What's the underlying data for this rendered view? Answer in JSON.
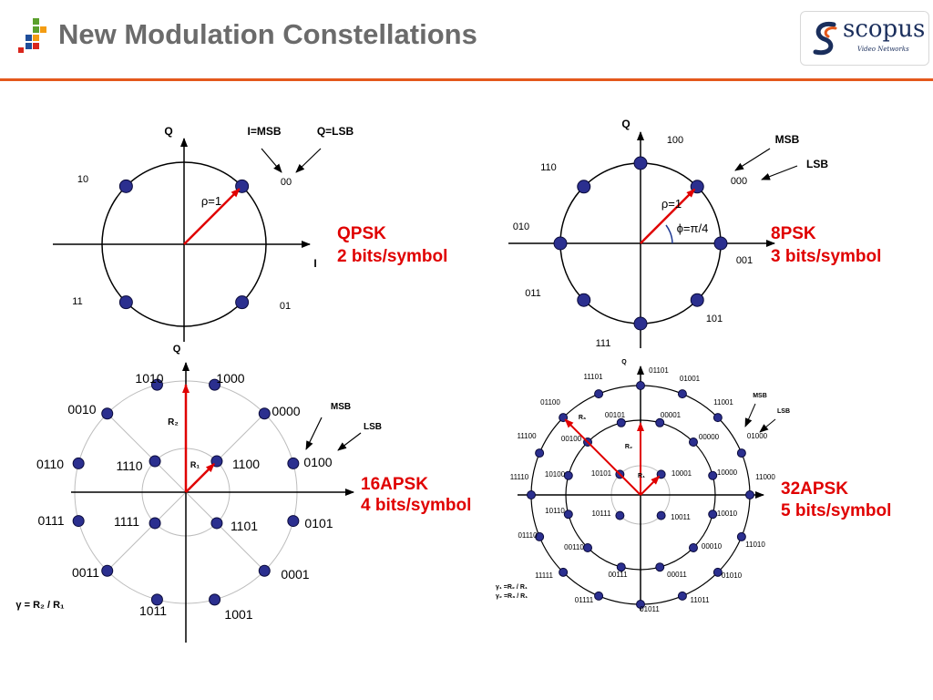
{
  "title": "New Modulation Constellations",
  "logo": {
    "name": "scopus",
    "tagline": "Video Networks"
  },
  "colors": {
    "accent": "#e4581c",
    "title": "#6b6b6b",
    "point": "#2b2f8f",
    "arrow": "#e00000",
    "label_red": "#e00000"
  },
  "qpsk": {
    "name": "QPSK",
    "rate": "2 bits/symbol",
    "axis_q_top": "Q",
    "axis_q_bottom": "Q",
    "axis_i": "I",
    "msb_label": "I=MSB",
    "lsb_label": "Q=LSB",
    "radius_label": "ρ=1",
    "labels": [
      "00",
      "10",
      "11",
      "01"
    ]
  },
  "psk8": {
    "name": "8PSK",
    "rate": "3 bits/symbol",
    "axis_q": "Q",
    "msb_label": "MSB",
    "lsb_label": "LSB",
    "radius_label": "ρ=1",
    "phase_label": "ϕ=π/4",
    "labels": [
      "000",
      "100",
      "110",
      "010",
      "011",
      "111",
      "101",
      "001"
    ]
  },
  "apsk16": {
    "name": "16APSK",
    "rate": "4 bits/symbol",
    "msb_label": "MSB",
    "lsb_label": "LSB",
    "r1_label": "R₁",
    "r2_label": "R₂",
    "gamma_label": "γ = R₂ / R₁",
    "inner_labels": [
      "1100",
      "1110",
      "1111",
      "1101"
    ],
    "outer_labels": [
      "0100",
      "0000",
      "1000",
      "1010",
      "0010",
      "0110",
      "0111",
      "0011",
      "1011",
      "1001",
      "0001",
      "0101"
    ]
  },
  "apsk32": {
    "name": "32APSK",
    "rate": "5 bits/symbol",
    "axis_q": "Q",
    "msb_label": "MSB",
    "lsb_label": "LSB",
    "r1_label": "R₁",
    "r2_label": "R₂",
    "r3_label": "R₃",
    "gamma1_label": "γ₁ =R₂ / R₁",
    "gamma2_label": "γ₂ =R₃ / R₁",
    "inner_labels": [
      "10001",
      "10101",
      "10111",
      "10011"
    ],
    "middle_labels": [
      "10000",
      "00000",
      "00001",
      "00101",
      "00100",
      "10100",
      "10110",
      "00110",
      "00111",
      "00011",
      "00010",
      "10010"
    ],
    "outer_labels": [
      "11000",
      "01000",
      "11001",
      "01001",
      "01101",
      "11101",
      "01100",
      "11100",
      "11110",
      "01110",
      "11111",
      "01111",
      "01011",
      "11011",
      "01010",
      "11010"
    ]
  }
}
